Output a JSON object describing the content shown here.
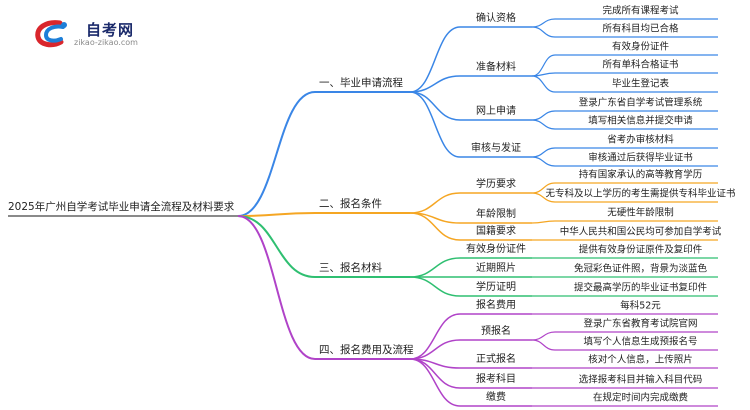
{
  "logo": {
    "title": "自考网",
    "url": "zikao-zikao.com"
  },
  "colors": {
    "blue": "#3a86e6",
    "orange": "#f5a623",
    "green": "#2fbf71",
    "purple": "#b043c8",
    "text": "#222222"
  },
  "root": "2025年广州自学考试毕业申请全流程及材料要求",
  "branches": [
    {
      "label": "一、毕业申请流程",
      "color": "blue",
      "children": [
        {
          "label": "确认资格",
          "items": [
            "完成所有课程考试",
            "所有科目均已合格"
          ]
        },
        {
          "label": "准备材料",
          "items": [
            "有效身份证件",
            "所有单科合格证书",
            "毕业生登记表"
          ]
        },
        {
          "label": "网上申请",
          "items": [
            "登录广东省自学考试管理系统",
            "填写相关信息并提交申请"
          ]
        },
        {
          "label": "审核与发证",
          "items": [
            "省考办审核材料",
            "审核通过后获得毕业证书"
          ]
        }
      ]
    },
    {
      "label": "二、报名条件",
      "color": "orange",
      "children": [
        {
          "label": "学历要求",
          "items": [
            "持有国家承认的高等教育学历",
            "无专科及以上学历的考生需提供专科毕业证书"
          ]
        },
        {
          "label": "年龄限制",
          "items": [
            "无硬性年龄限制"
          ]
        },
        {
          "label": "国籍要求",
          "items": [
            "中华人民共和国公民均可参加自学考试"
          ]
        }
      ]
    },
    {
      "label": "三、报名材料",
      "color": "green",
      "children": [
        {
          "label": "有效身份证件",
          "items": [
            "提供有效身份证原件及复印件"
          ]
        },
        {
          "label": "近期照片",
          "items": [
            "免冠彩色证件照，背景为淡蓝色"
          ]
        },
        {
          "label": "学历证明",
          "items": [
            "提交最高学历的毕业证书复印件"
          ]
        }
      ]
    },
    {
      "label": "四、报名费用及流程",
      "color": "purple",
      "children": [
        {
          "label": "报名费用",
          "items": [
            "每科52元"
          ]
        },
        {
          "label": "预报名",
          "items": [
            "登录广东省教育考试院官网",
            "填写个人信息生成预报名号"
          ]
        },
        {
          "label": "正式报名",
          "items": [
            "核对个人信息，上传照片"
          ]
        },
        {
          "label": "报考科目",
          "items": [
            "选择报考科目并输入科目代码"
          ]
        },
        {
          "label": "缴费",
          "items": [
            "在规定时间内完成缴费"
          ]
        }
      ]
    }
  ]
}
